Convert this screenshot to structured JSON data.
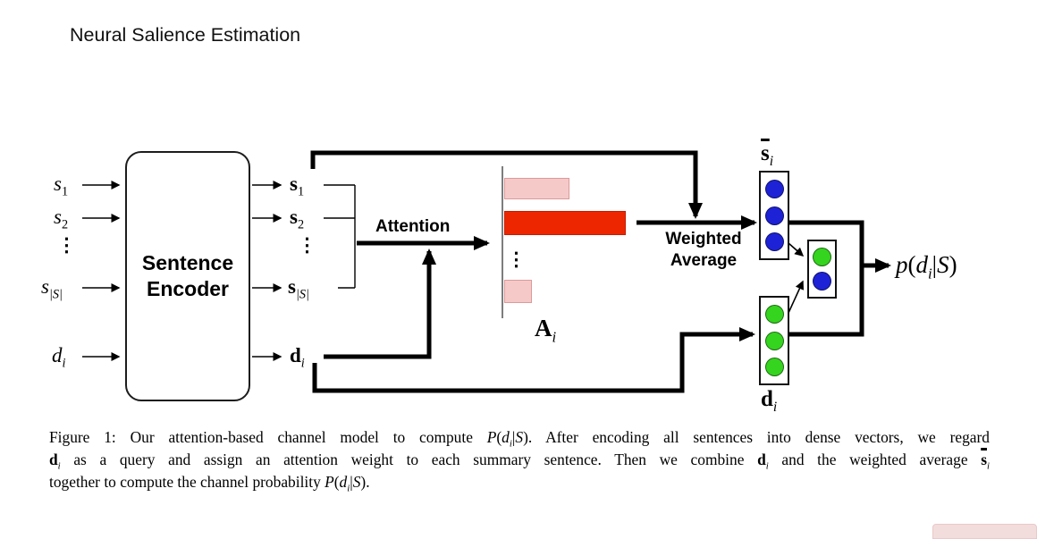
{
  "title": "Neural Salience Estimation",
  "colors": {
    "bar-light": "#f6c9c9",
    "bar-strong": "#ee2600",
    "node-blue": "#1e22d6",
    "node-green": "#35d41f",
    "corner-pink": "#f3dcdc"
  },
  "diagram": {
    "dots": "⋮",
    "encoder": {
      "line1": "Sentence",
      "line2": "Encoder"
    },
    "attention_label": "Attention",
    "weighted_average": {
      "line1": "Weighted",
      "line2": "Average"
    },
    "inputs": {
      "s1": [
        {
          "t": "s",
          "i": true
        },
        {
          "t": "1",
          "sub": true
        }
      ],
      "s2": [
        {
          "t": "s",
          "i": true
        },
        {
          "t": "2",
          "sub": true
        }
      ],
      "sS": [
        {
          "t": "s",
          "i": true
        },
        {
          "t": "|S|",
          "i": true,
          "sub": true
        }
      ],
      "di": [
        {
          "t": "d",
          "i": true
        },
        {
          "t": "i",
          "i": true,
          "sub": true
        }
      ]
    },
    "outputs": {
      "s1": [
        {
          "t": "s",
          "b": true
        },
        {
          "t": "1",
          "sub": true
        }
      ],
      "s2": [
        {
          "t": "s",
          "b": true
        },
        {
          "t": "2",
          "sub": true
        }
      ],
      "sS": [
        {
          "t": "s",
          "b": true
        },
        {
          "t": "|S|",
          "i": true,
          "sub": true
        }
      ],
      "di": [
        {
          "t": "d",
          "b": true
        },
        {
          "t": "i",
          "i": true,
          "sub": true
        }
      ]
    },
    "bars": {
      "values": [
        0.54,
        1.0,
        0.23
      ],
      "label": [
        {
          "t": "A",
          "b": true
        },
        {
          "t": "i",
          "i": true,
          "sub": true
        }
      ]
    },
    "sbar_label": [
      {
        "t": "s",
        "b": true,
        "bar": true
      },
      {
        "t": "i",
        "i": true,
        "sub": true
      }
    ],
    "di_vector_label": [
      {
        "t": "d",
        "b": true
      },
      {
        "t": "i",
        "i": true,
        "sub": true
      }
    ],
    "output_label": [
      {
        "t": "p",
        "i": true
      },
      {
        "t": "("
      },
      {
        "t": "d",
        "i": true
      },
      {
        "t": "i",
        "i": true,
        "sub": true
      },
      {
        "t": "|"
      },
      {
        "t": "S",
        "i": true
      },
      {
        "t": ")"
      }
    ]
  },
  "caption": {
    "line1": [
      {
        "t": "Figure 1: Our attention-based channel model to compute "
      },
      {
        "t": "P",
        "i": true
      },
      {
        "t": "("
      },
      {
        "t": "d",
        "i": true
      },
      {
        "t": "i",
        "i": true,
        "sub": true
      },
      {
        "t": "|"
      },
      {
        "t": "S",
        "i": true
      },
      {
        "t": ")"
      },
      {
        "t": ". After encoding all sentences into dense vectors, we regard"
      }
    ],
    "line2": [
      {
        "t": "d",
        "b": true
      },
      {
        "t": "i",
        "i": true,
        "sub": true
      },
      {
        "t": " as a query and assign an attention weight to each summary sentence. Then we combine "
      },
      {
        "t": "d",
        "b": true
      },
      {
        "t": "i",
        "i": true,
        "sub": true
      },
      {
        "t": " and the weighted average "
      },
      {
        "t": "s",
        "b": true,
        "bar": true
      },
      {
        "t": "i",
        "i": true,
        "sub": true
      }
    ],
    "line3": [
      {
        "t": "together to compute the channel probability "
      },
      {
        "t": "P",
        "i": true
      },
      {
        "t": "("
      },
      {
        "t": "d",
        "i": true
      },
      {
        "t": "i",
        "i": true,
        "sub": true
      },
      {
        "t": "|"
      },
      {
        "t": "S",
        "i": true
      },
      {
        "t": ")"
      },
      {
        "t": "."
      }
    ]
  }
}
